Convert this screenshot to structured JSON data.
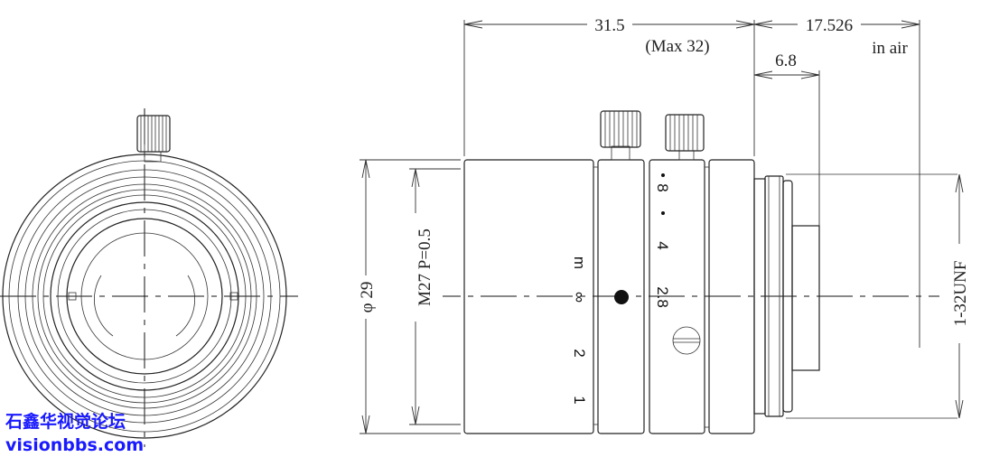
{
  "dimensions": {
    "length": "31.5",
    "length_max": "(Max 32)",
    "back_focus": "17.526",
    "back_focus_note": "in air",
    "mount_depth": "6.8",
    "diameter": "φ 29",
    "filter_thread": "M27  P=0.5",
    "mount_thread": "1-32UNF"
  },
  "focus_scale": [
    "m",
    "∞",
    "2",
    "1"
  ],
  "iris_scale": [
    "8",
    "4",
    "2.8"
  ],
  "watermark": {
    "line1": "石鑫华视觉论坛",
    "line2": "visionbbs.com"
  }
}
